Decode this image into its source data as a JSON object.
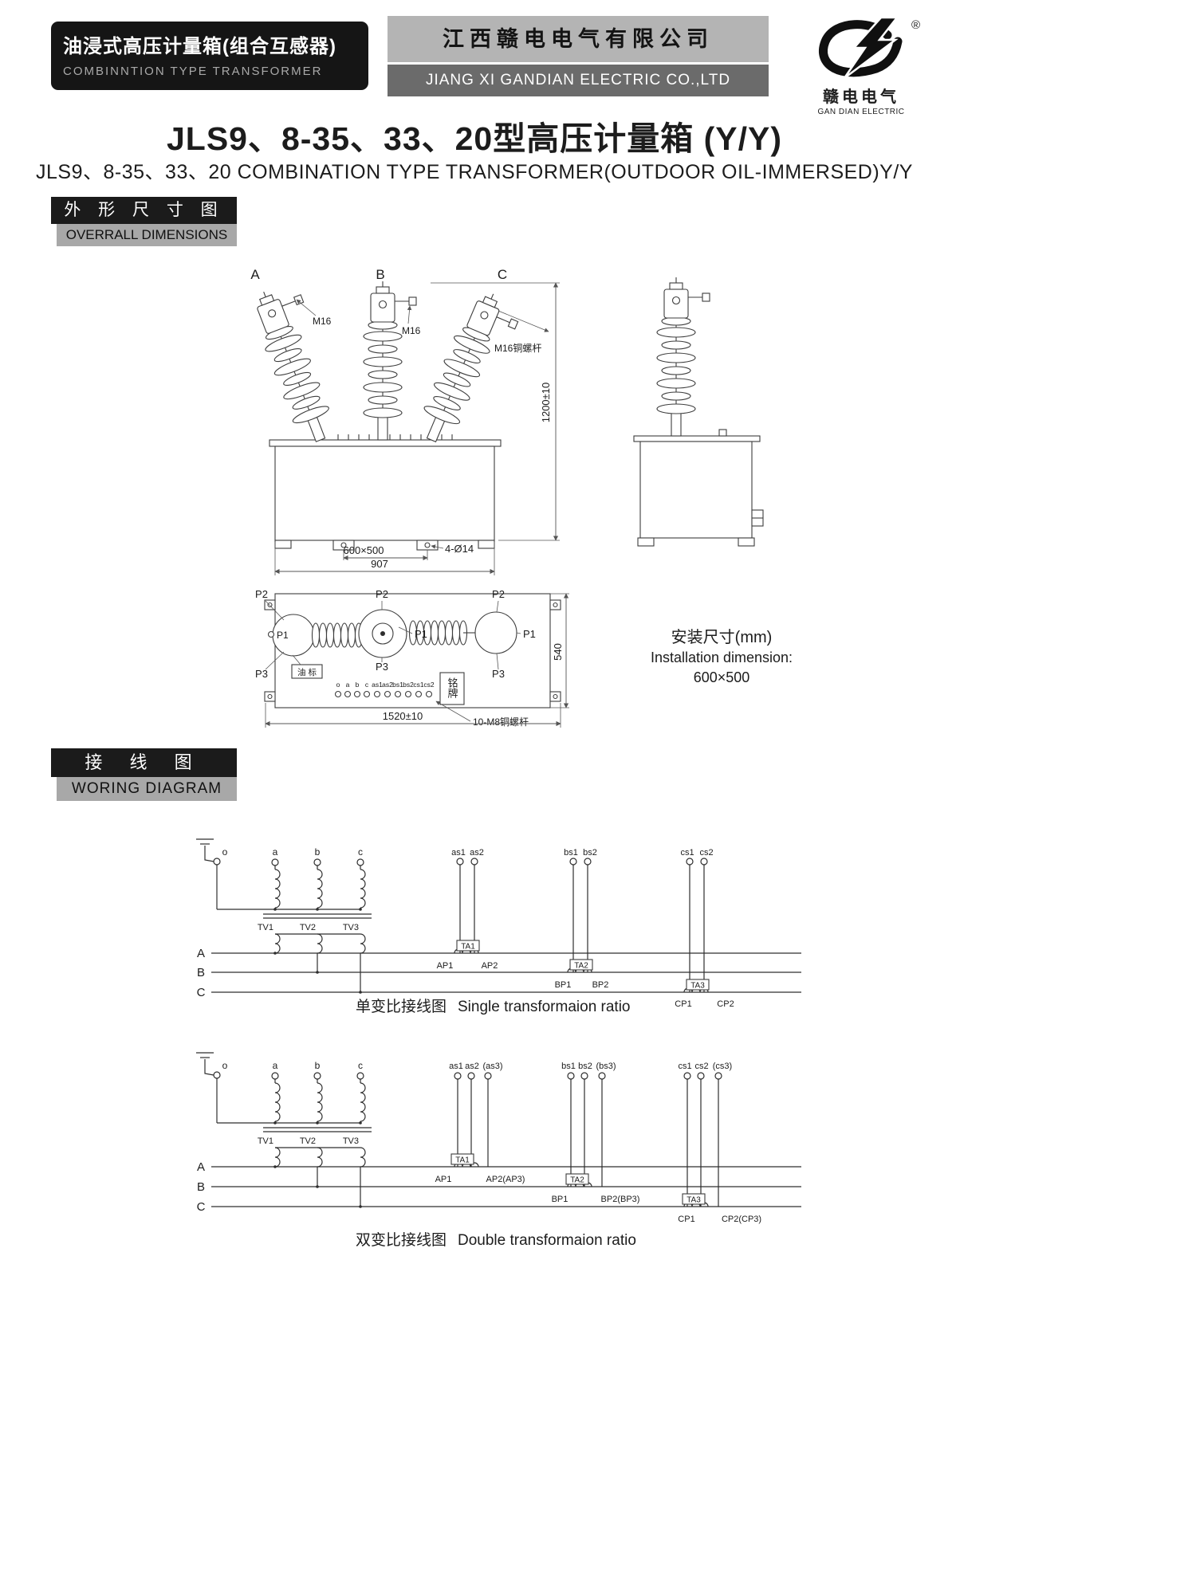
{
  "header": {
    "product": {
      "cn": "油浸式高压计量箱(组合互感器)",
      "en": "COMBINNTION TYPE TRANSFORMER"
    },
    "company": {
      "cn": "江西赣电电气有限公司",
      "en": "JIANG XI GANDIAN ELECTRIC CO.,LTD"
    },
    "logo": {
      "cn": "赣电电气",
      "en": "GAN DIAN ELECTRIC",
      "registered": "®"
    }
  },
  "title": {
    "main": "JLS9、8-35、33、20型高压计量箱 (Y/Y)",
    "sub": "JLS9、8-35、33、20 COMBINATION TYPE TRANSFORMER(OUTDOOR OIL-IMMERSED)Y/Y"
  },
  "sections": {
    "dimensions": {
      "cn": "外 形 尺 寸 图",
      "en": "OVERRALL DIMENSIONS"
    },
    "wiring": {
      "cn": "接 线 图",
      "en": "WORING DIAGRAM"
    }
  },
  "front_view": {
    "phase_a": "A",
    "phase_b": "B",
    "phase_c": "C",
    "bolt_a": "M16",
    "bolt_b": "M16",
    "rod_c": "M16铜螺杆",
    "dim_height": "1200±10",
    "dim_base": "600×500",
    "dim_holes": "4-Ø14",
    "dim_width": "907"
  },
  "top_view": {
    "p2_left": "P2",
    "p2_mid": "P2",
    "p2_right": "P2",
    "p1_left": "P1",
    "p1_mid": "P1",
    "p1_right": "P1",
    "p3_left": "P3",
    "p3_mid": "P3",
    "p3_right": "P3",
    "oil_gauge": "油 标",
    "nameplate": "铭牌",
    "terminal_labels": [
      "o",
      "a",
      "b",
      "c",
      "as1",
      "as2",
      "bs1",
      "bs2",
      "cs1",
      "cs2"
    ],
    "dim_width": "1520±10",
    "dim_depth": "540",
    "rod_label": "10-M8铜螺杆"
  },
  "installation": {
    "cn": "安装尺寸(mm)",
    "en": "Installation dimension:",
    "value": "600×500"
  },
  "wiring_single": {
    "neutral": "o",
    "phase_a_coil": "a",
    "phase_b_coil": "b",
    "phase_c_coil": "c",
    "tv1": "TV1",
    "tv2": "TV2",
    "tv3": "TV3",
    "line_a": "A",
    "line_b": "B",
    "line_c": "C",
    "as1": "as1",
    "as2": "as2",
    "bs1": "bs1",
    "bs2": "bs2",
    "cs1": "cs1",
    "cs2": "cs2",
    "ta1": "TA1",
    "ta2": "TA2",
    "ta3": "TA3",
    "ap1": "AP1",
    "ap2": "AP2",
    "bp1": "BP1",
    "bp2": "BP2",
    "cp1": "CP1",
    "cp2": "CP2",
    "caption_cn": "单变比接线图",
    "caption_en": "Single transformaion ratio"
  },
  "wiring_double": {
    "neutral": "o",
    "phase_a_coil": "a",
    "phase_b_coil": "b",
    "phase_c_coil": "c",
    "tv1": "TV1",
    "tv2": "TV2",
    "tv3": "TV3",
    "line_a": "A",
    "line_b": "B",
    "line_c": "C",
    "as1": "as1",
    "as2": "as2",
    "as3": "(as3)",
    "bs1": "bs1",
    "bs2": "bs2",
    "bs3": "(bs3)",
    "cs1": "cs1",
    "cs2": "cs2",
    "cs3": "(cs3)",
    "ta1": "TA1",
    "ta2": "TA2",
    "ta3": "TA3",
    "ap1": "AP1",
    "ap2": "AP2(AP3)",
    "bp1": "BP1",
    "bp2": "BP2(BP3)",
    "cp1": "CP1",
    "cp2": "CP2(CP3)",
    "caption_cn": "双变比接线图",
    "caption_en": "Double transformaion ratio"
  }
}
